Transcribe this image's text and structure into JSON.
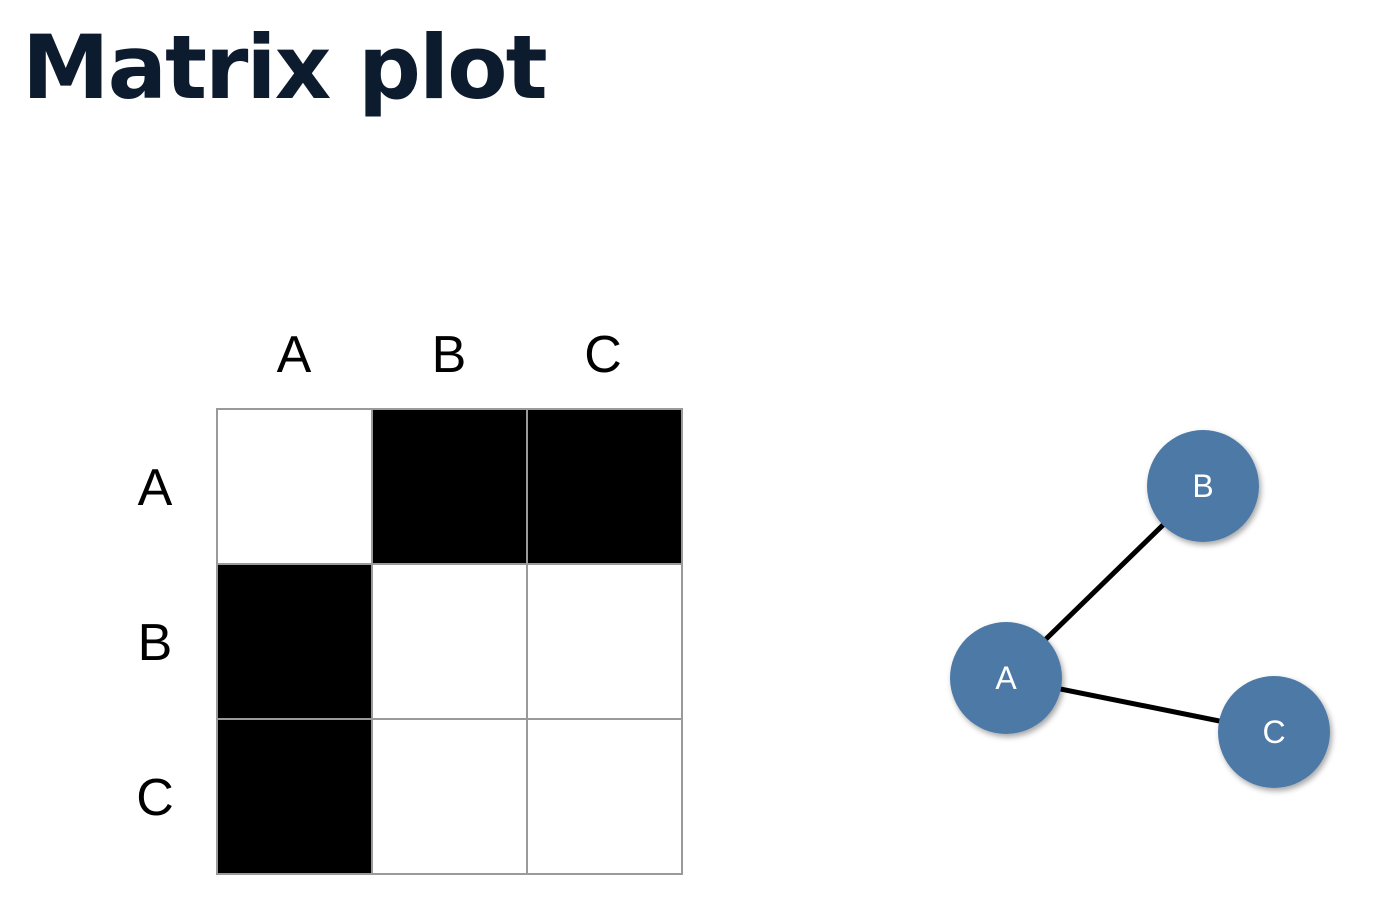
{
  "title": "Matrix plot",
  "matrix": {
    "labels": [
      "A",
      "B",
      "C"
    ],
    "cells": [
      [
        0,
        1,
        1
      ],
      [
        1,
        0,
        0
      ],
      [
        1,
        0,
        0
      ]
    ],
    "filled_color": "#000000",
    "empty_color": "#ffffff",
    "grid_color": "#9a9a9a"
  },
  "graph": {
    "nodes": [
      {
        "id": "A",
        "label": "A"
      },
      {
        "id": "B",
        "label": "B"
      },
      {
        "id": "C",
        "label": "C"
      }
    ],
    "edges": [
      {
        "source": "A",
        "target": "B"
      },
      {
        "source": "A",
        "target": "C"
      }
    ],
    "node_color": "#4e79a7",
    "edge_color": "#000000"
  }
}
